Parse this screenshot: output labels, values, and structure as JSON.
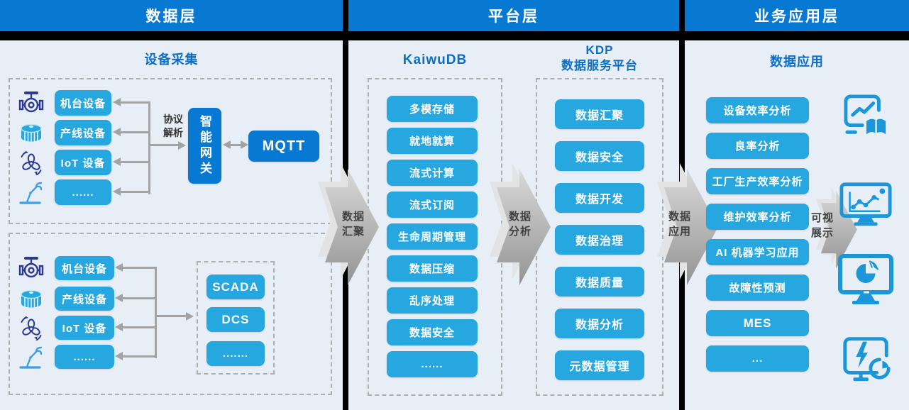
{
  "colors": {
    "header_blue": "#0879d2",
    "chip_cyan": "#27a7e0",
    "panel_bg": "#e8eef6",
    "title_blue": "#0c6fc4",
    "connector_gray": "#a3a3a3",
    "flow_label_gray": "#404040",
    "divider_black": "#000000",
    "device_icon_navy": "#2c3a92",
    "app_icon_blue": "#1b96d8"
  },
  "headers": [
    "数据层",
    "平台层",
    "业务应用层"
  ],
  "data_layer": {
    "section_title": "设备采集",
    "collection_top": {
      "devices": [
        "机台设备",
        "产线设备",
        "IoT 设备",
        "......"
      ],
      "protocol": {
        "line1": "协议",
        "line2": "解析"
      },
      "gateway_label": "智能网关",
      "mqtt_label": "MQTT"
    },
    "collection_bottom": {
      "devices": [
        "机台设备",
        "产线设备",
        "IoT 设备",
        "......"
      ],
      "systems": [
        "SCADA",
        "DCS",
        "......."
      ]
    },
    "device_icons": [
      "valve-icon",
      "tank-icon",
      "fan-icon",
      "robot-arm-icon"
    ]
  },
  "platform_layer": {
    "kaiwudb": {
      "title": "KaiwuDB",
      "items": [
        "多模存储",
        "就地就算",
        "流式计算",
        "流式订阅",
        "生命周期管理",
        "数据压缩",
        "乱序处理",
        "数据安全",
        "......"
      ]
    },
    "kdp": {
      "title_line1": "KDP",
      "title_line2": "数据服务平台",
      "items": [
        "数据汇聚",
        "数据安全",
        "数据开发",
        "数据治理",
        "数据质量",
        "数据分析",
        "元数据管理"
      ]
    }
  },
  "application_layer": {
    "section_title": "数据应用",
    "apps": [
      "设备效率分析",
      "良率分析",
      "工厂生产效率分析",
      "维护效率分析",
      "AI 机器学习应用",
      "故障性预测",
      "MES",
      "..."
    ],
    "app_icons": [
      "report-analytics-icon",
      "monitor-trend-chart-icon",
      "monitor-pie-chart-icon",
      "energy-dashboard-icon"
    ]
  },
  "flow_labels": [
    {
      "line1": "数据",
      "line2": "汇聚"
    },
    {
      "line1": "数据",
      "line2": "分析"
    },
    {
      "line1": "数据",
      "line2": "应用"
    },
    {
      "line1": "可视",
      "line2": "展示"
    }
  ]
}
